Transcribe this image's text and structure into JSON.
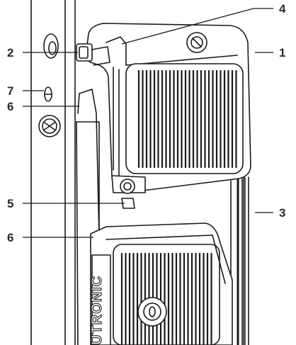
{
  "callouts": [
    {
      "id": "1",
      "label": "1"
    },
    {
      "id": "2",
      "label": "2"
    },
    {
      "id": "3",
      "label": "3"
    },
    {
      "id": "4",
      "label": "4"
    },
    {
      "id": "5",
      "label": "5"
    },
    {
      "id": "6a",
      "label": "6"
    },
    {
      "id": "6b",
      "label": "6"
    },
    {
      "id": "7",
      "label": "7"
    }
  ],
  "brand_lettering": "UTRONIC",
  "colors": {
    "line": "#1a1a1a",
    "callout_text": "#2b2b2b",
    "fill": "#ffffff",
    "rail": "#555555"
  }
}
